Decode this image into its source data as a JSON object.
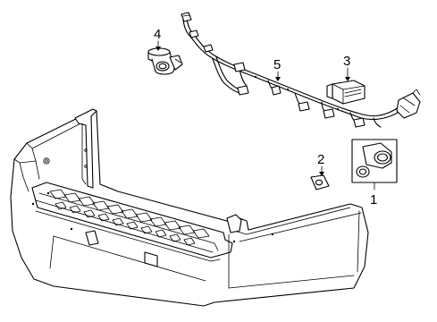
{
  "callouts": [
    {
      "label": "1",
      "part": "park-assist-sensor"
    },
    {
      "label": "2",
      "part": "sensor-retainer"
    },
    {
      "label": "3",
      "part": "control-module"
    },
    {
      "label": "4",
      "part": "sensor-with-bracket"
    },
    {
      "label": "5",
      "part": "wiring-harness"
    }
  ]
}
